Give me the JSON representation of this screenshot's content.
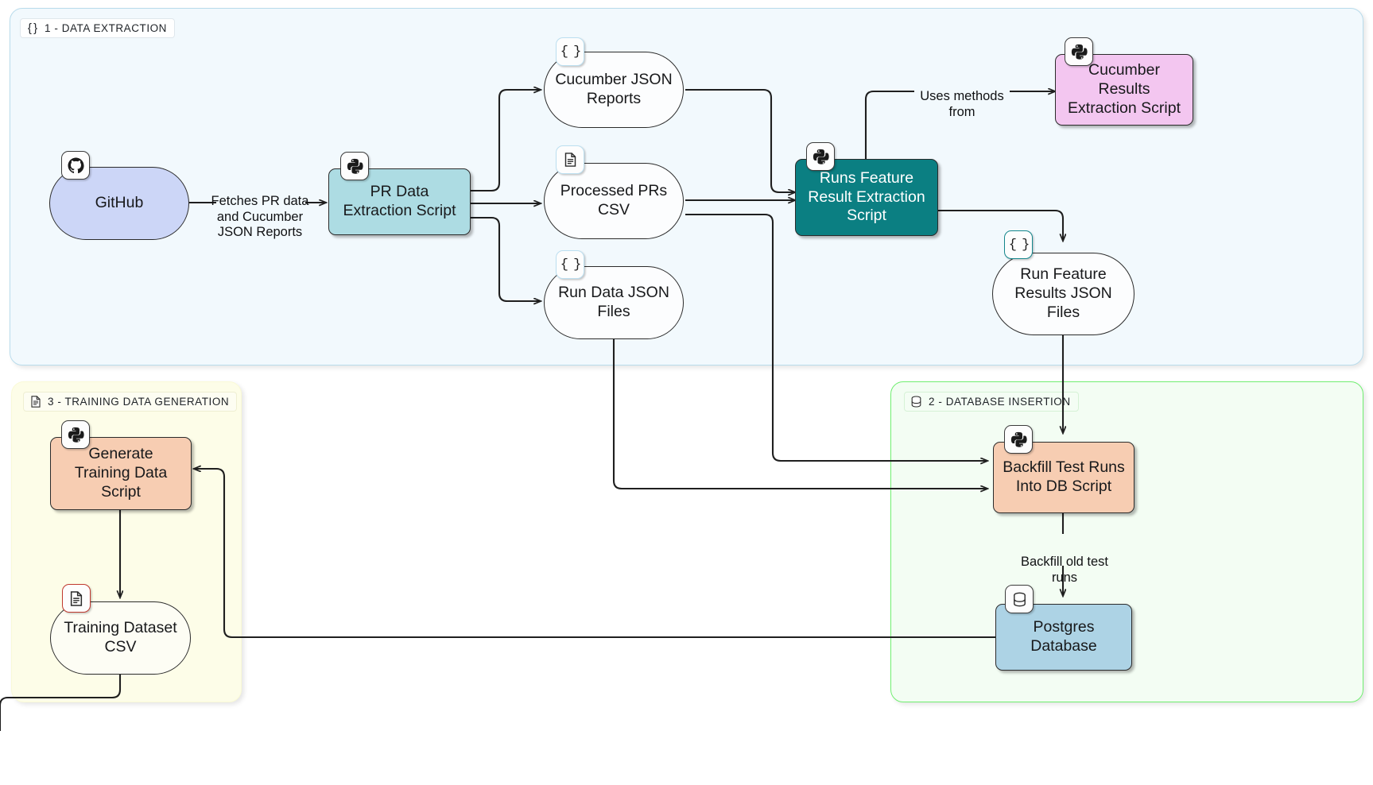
{
  "diagram": {
    "title": "Test Data Pipeline Architecture",
    "type": "flowchart"
  },
  "groups": [
    {
      "id": "extraction",
      "label": "1 - DATA EXTRACTION",
      "icon": "json-braces-icon",
      "border_color": "#b9dcec",
      "fill": "#f2f9fd"
    },
    {
      "id": "database",
      "label": "2 - DATABASE INSERTION",
      "icon": "database-icon",
      "border_color": "#71ef71",
      "fill": "#f3fdf3"
    },
    {
      "id": "training",
      "label": "3 - TRAINING DATA GENERATION",
      "icon": "document-icon",
      "border_color": "#fafad7",
      "fill": "#fdfde8"
    }
  ],
  "nodes": [
    {
      "id": "github",
      "label": "GitHub",
      "shape": "stadium",
      "icon": "github-icon",
      "fill": "#ccd6f7",
      "group": "extraction"
    },
    {
      "id": "pr_script",
      "label": "PR Data\nExtraction Script",
      "shape": "rect",
      "icon": "python-icon",
      "fill": "#addce3",
      "group": "extraction"
    },
    {
      "id": "cucumber_json",
      "label": "Cucumber JSON\nReports",
      "shape": "stadium",
      "icon": "json-braces-icon",
      "fill": "#fcfdfe",
      "group": "extraction"
    },
    {
      "id": "processed_prs",
      "label": "Processed PRs\nCSV",
      "shape": "stadium",
      "icon": "document-icon",
      "fill": "#fcfdfe",
      "group": "extraction"
    },
    {
      "id": "run_data_json",
      "label": "Run Data JSON\nFiles",
      "shape": "stadium",
      "icon": "json-braces-icon",
      "fill": "#fcfdfe",
      "group": "extraction"
    },
    {
      "id": "runs_feature",
      "label": "Runs Feature\nResult Extraction\nScript",
      "shape": "rect",
      "icon": "python-icon",
      "fill": "#0b7f82",
      "group": "extraction"
    },
    {
      "id": "cucumber_res",
      "label": "Cucumber\nResults\nExtraction Script",
      "shape": "rect",
      "icon": "python-icon",
      "fill": "#f3c6f0",
      "group": "extraction"
    },
    {
      "id": "run_feat_res",
      "label": "Run Feature\nResults JSON\nFiles",
      "shape": "stadium",
      "icon": "json-braces-icon",
      "fill": "#fcfdfe",
      "group": "extraction"
    },
    {
      "id": "backfill",
      "label": "Backfill Test\nRuns Into DB\nScript",
      "shape": "rect",
      "icon": "python-icon",
      "fill": "#f7cdb2",
      "group": "database"
    },
    {
      "id": "postgres",
      "label": "Postgres\nDatabase",
      "shape": "rect",
      "icon": "database-icon",
      "fill": "#add3e5",
      "group": "database"
    },
    {
      "id": "gen_training",
      "label": "Generate\nTraining Data\nScript",
      "shape": "rect",
      "icon": "python-icon",
      "fill": "#f7cdb2",
      "group": "training"
    },
    {
      "id": "training_csv",
      "label": "Training Dataset\nCSV",
      "shape": "stadium",
      "icon": "document-icon",
      "fill": "#fdfdf4",
      "group": "training"
    }
  ],
  "edge_labels": [
    {
      "id": "fetch",
      "text": "Fetches PR data\nand Cucumber\nJSON Reports",
      "from": "github",
      "to": "pr_script"
    },
    {
      "id": "uses_methods",
      "text": "Uses methods\nfrom",
      "from": "runs_feature",
      "to": "cucumber_res"
    },
    {
      "id": "backfill_old",
      "text": "Backfill old test\nruns",
      "from": "backfill",
      "to": "postgres"
    }
  ],
  "edges": [
    {
      "from": "github",
      "to": "pr_script"
    },
    {
      "from": "pr_script",
      "to": "cucumber_json"
    },
    {
      "from": "pr_script",
      "to": "processed_prs"
    },
    {
      "from": "pr_script",
      "to": "run_data_json"
    },
    {
      "from": "cucumber_json",
      "to": "runs_feature"
    },
    {
      "from": "processed_prs",
      "to": "runs_feature"
    },
    {
      "from": "runs_feature",
      "to": "cucumber_res"
    },
    {
      "from": "runs_feature",
      "to": "run_feat_res"
    },
    {
      "from": "run_feat_res",
      "to": "backfill"
    },
    {
      "from": "processed_prs",
      "to": "backfill"
    },
    {
      "from": "run_data_json",
      "to": "backfill"
    },
    {
      "from": "backfill",
      "to": "postgres"
    },
    {
      "from": "postgres",
      "to": "gen_training"
    },
    {
      "from": "gen_training",
      "to": "training_csv"
    }
  ],
  "colors": {
    "edge_stroke": "#1f1f1f",
    "extraction_border": "#b9dcec",
    "database_border": "#71ef71",
    "training_border": "#fafad7",
    "teal_accent": "#0b7f82",
    "pink_accent": "#f3c6f0"
  }
}
